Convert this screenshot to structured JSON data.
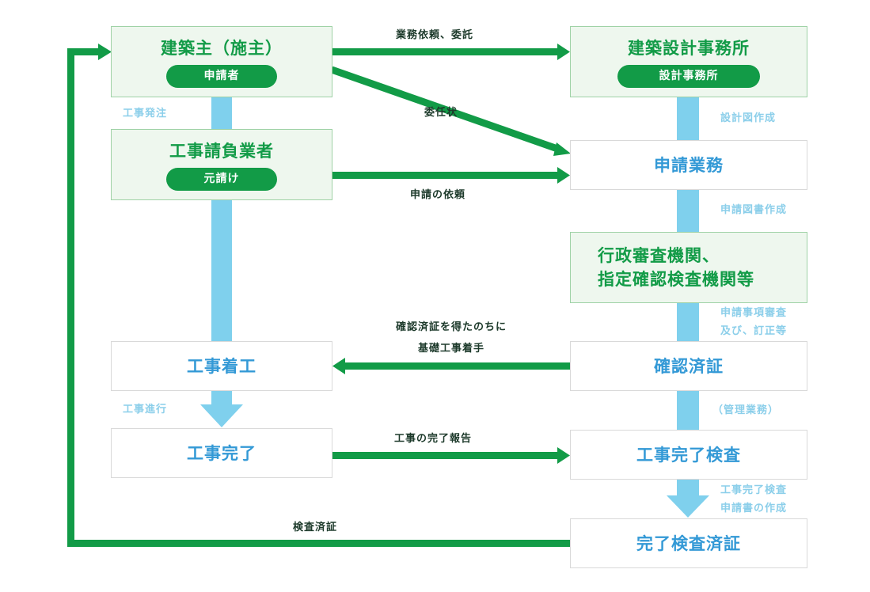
{
  "nodes": {
    "owner": {
      "title": "建築主（施主）",
      "pill": "申請者"
    },
    "architect": {
      "title": "建築設計事務所",
      "pill": "設計事務所"
    },
    "contractor": {
      "title": "工事請負業者",
      "pill": "元請け"
    },
    "application": {
      "title": "申請業務"
    },
    "authority": {
      "line1": "行政審査機関、",
      "line2": "指定確認検査機関等"
    },
    "construction_start": {
      "title": "工事着工"
    },
    "confirmation": {
      "title": "確認済証"
    },
    "construction_done": {
      "title": "工事完了"
    },
    "completion_inspection": {
      "title": "工事完了検査"
    },
    "completion_certificate": {
      "title": "完了検査済証"
    }
  },
  "edges": {
    "request_commission": "業務依頼、委託",
    "power_of_attorney": "委任状",
    "application_request": "申請の依頼",
    "after_confirmation_line1": "確認済証を得たのちに",
    "after_confirmation_line2": "基礎工事着手",
    "completion_report": "工事の完了報告",
    "inspection_certificate": "検査済証"
  },
  "side_labels": {
    "order": "工事発注",
    "design_drawings": "設計図作成",
    "application_docs": "申請図書作成",
    "review_line1": "申請事項審査",
    "review_line2": "及び、訂正等",
    "in_progress": "工事進行",
    "management": "（管理業務）",
    "inspection_app_line1": "工事完了検査",
    "inspection_app_line2": "申請書の作成"
  },
  "colors": {
    "green": "#129b47",
    "light_blue": "#7fd0ed",
    "blue_text": "#3399d6",
    "box_fill": "#eef7ee"
  }
}
